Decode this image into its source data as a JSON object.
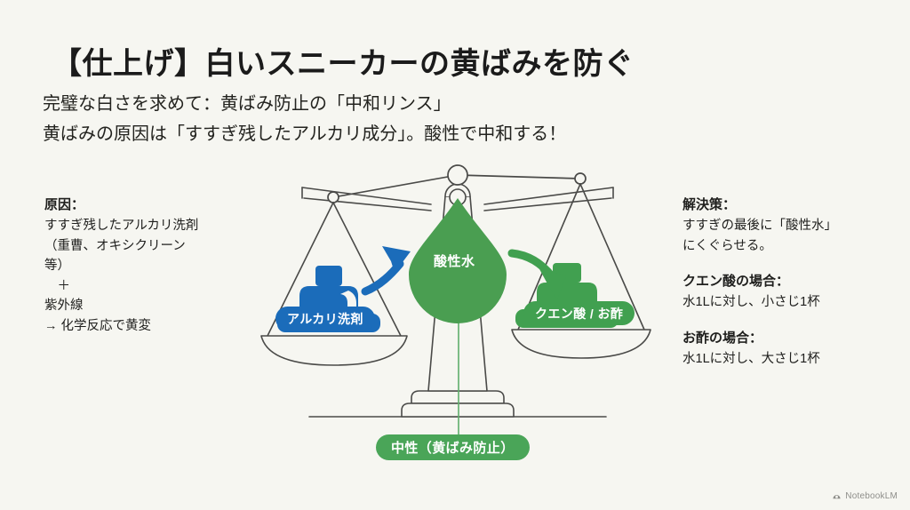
{
  "slide": {
    "background_color": "#f6f6f1",
    "title": "【仕上げ】白いスニーカーの黄ばみを防ぐ",
    "subtitle_line1": "完璧な白さを求めて：黄ばみ防止の「中和リンス」",
    "subtitle_line2": "黄ばみの原因は「すすぎ残したアルカリ成分」。酸性で中和する！"
  },
  "cause_block": {
    "heading": "原因：",
    "line1": "すすぎ残したアルカリ洗剤",
    "line2": "（重曹、オキシクリーン",
    "line3": "等）",
    "line4": "　＋",
    "line5": "紫外線",
    "line6": "→ 化学反応で黄変"
  },
  "solution_block": {
    "heading": "解決策：",
    "line1": "すすぎの最後に「酸性水」",
    "line2": "にくぐらせる。",
    "citric_heading": "クエン酸の場合：",
    "citric_detail": "水1Lに対し、小さじ1杯",
    "vinegar_heading": "お酢の場合：",
    "vinegar_detail": "水1Lに対し、大さじ1杯"
  },
  "diagram": {
    "left_pan_badge": "アルカリ洗剤",
    "right_pan_badge": "クエン酸 / お酢",
    "droplet_label": "酸性水",
    "neutral_badge": "中性（黄ばみ防止）",
    "colors": {
      "alkali_blue": "#1b6cba",
      "acid_green": "#41a050",
      "neutral_green": "#4aa558",
      "scale_outline": "#4a4a48"
    }
  },
  "watermark": {
    "label": "NotebookLM"
  }
}
